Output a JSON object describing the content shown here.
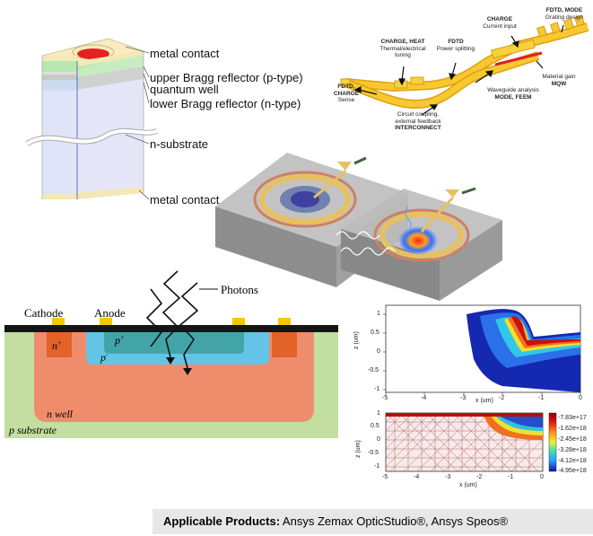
{
  "vcsel": {
    "metal_contact_top": "metal contact",
    "upper_bragg": "upper Bragg reflector (p-type)",
    "quantum_well": "quantum well",
    "lower_bragg": "lower Bragg reflector (n-type)",
    "substrate": "n-substrate",
    "metal_contact_bottom": "metal contact"
  },
  "pic": {
    "fdtd_mode": "FDTD, MODE",
    "grating": "Grating design",
    "charge_top": "CHARGE",
    "current_input": "Current input",
    "fdtd_power": "FDTD",
    "power_splitting": "Power splitting",
    "charge_heat": "CHARGE, HEAT",
    "thermal": "Thermal/electrical",
    "tuning": "tuning",
    "material_gain": "Material gain",
    "mqw": "MQW",
    "waveguide": "Waveguide analysis",
    "mode_feem": "MODE, FEEM",
    "fdtd_charge_1": "FDTD,",
    "fdtd_charge_2": "CHARGE",
    "sense": "Sense",
    "circuit_1": "Circuit coupling,",
    "circuit_2": "external feedback",
    "interconnect": "INTERCONNECT"
  },
  "photodiode": {
    "cathode": "Cathode",
    "anode": "Anode",
    "photons": "Photons",
    "n_plus": "n",
    "p_plus": "p",
    "p_minus": "p",
    "n_well": "n well",
    "p_substrate": "p substrate",
    "sup_plus": "+",
    "sup_minus": "-"
  },
  "plot_top": {
    "ylabel": "z (um)",
    "xlabel": "x (um)",
    "yticks": [
      "1",
      "0.5",
      "0",
      "-0.5",
      "-1"
    ],
    "xticks": [
      "-5",
      "-4",
      "-3",
      "-2",
      "-1",
      "0"
    ]
  },
  "plot_bottom": {
    "ylabel": "z (um)",
    "xlabel": "x (um)",
    "yticks": [
      "1",
      "0.5",
      "0",
      "-0.5",
      "-1"
    ],
    "xticks": [
      "-5",
      "-4",
      "-3",
      "-2",
      "-1",
      "0"
    ],
    "colorbar": [
      "-7.83e+17",
      "-1.62e+18",
      "-2.45e+18",
      "-3.28e+18",
      "-4.12e+18",
      "-4.95e+18"
    ]
  },
  "footer": {
    "label": "Applicable Products:",
    "products": " Ansys Zemax OpticStudio®, Ansys Speos®"
  },
  "colors": {
    "gold": "#f0b820",
    "n_well": "#ef8c6c",
    "p_substrate": "#c2dea0",
    "heatmap_high": "#d01010",
    "heatmap_low": "#1010a0"
  }
}
